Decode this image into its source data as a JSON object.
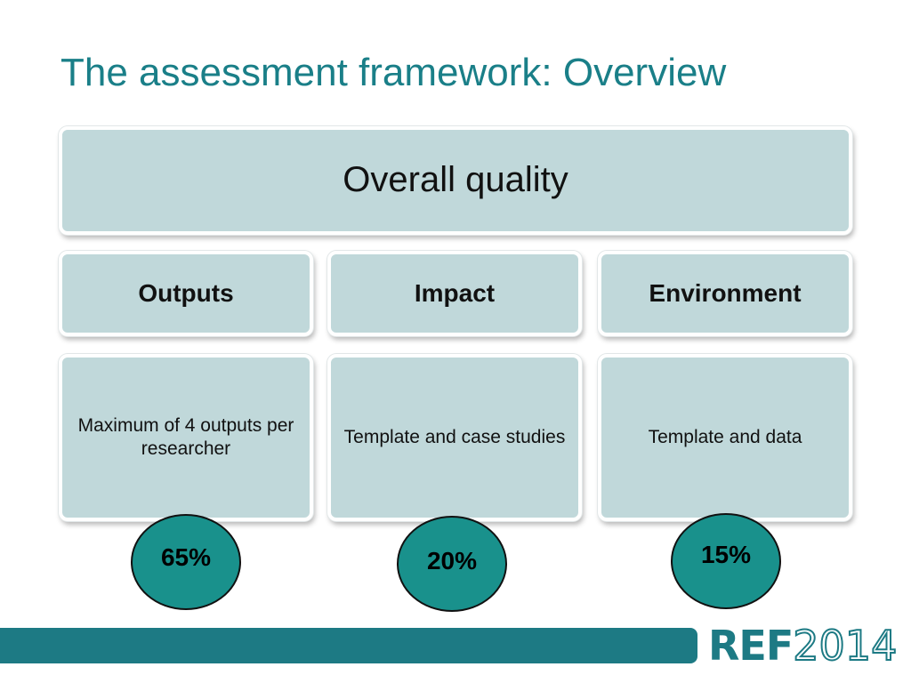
{
  "slide": {
    "title": "The assessment framework: Overview"
  },
  "diagram": {
    "top": "Overall quality",
    "columns": [
      {
        "header": "Outputs",
        "description": "Maximum of 4 outputs per researcher",
        "weight": "65%"
      },
      {
        "header": "Impact",
        "description": "Template and case studies",
        "weight": "20%"
      },
      {
        "header": "Environment",
        "description": "Template and data",
        "weight": "15%"
      }
    ]
  },
  "footer": {
    "logo_ref": "REF",
    "logo_year": "2014"
  },
  "colors": {
    "title": "#1a7f88",
    "box_fill": "#c0d8da",
    "circle_fill": "#19918c",
    "footer_bar": "#1d7a84"
  }
}
